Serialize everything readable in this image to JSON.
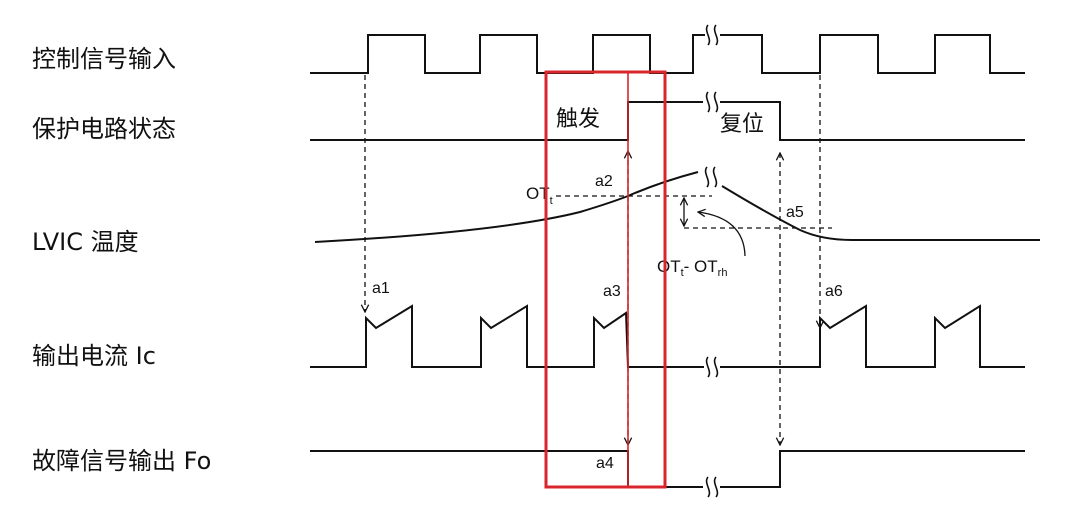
{
  "labels": {
    "control_input": "控制信号输入",
    "protection_state": "保护电路状态",
    "lvic_temp": "LVIC 温度",
    "output_current": "输出电流 Ic",
    "fault_output": "故障信号输出 Fo"
  },
  "states": {
    "trigger": "触发",
    "reset": "复位"
  },
  "markers": {
    "a1": "a1",
    "a2": "a2",
    "a3": "a3",
    "a4": "a4",
    "a5": "a5",
    "a6": "a6"
  },
  "thresholds": {
    "ot_trip": {
      "main": "OT",
      "sub": "t"
    },
    "hysteresis": {
      "p1": "OT",
      "s1": "t",
      "p2": "- OT",
      "s2": "rh"
    }
  },
  "colors": {
    "line": "#111111",
    "highlight": "#d9262c"
  }
}
